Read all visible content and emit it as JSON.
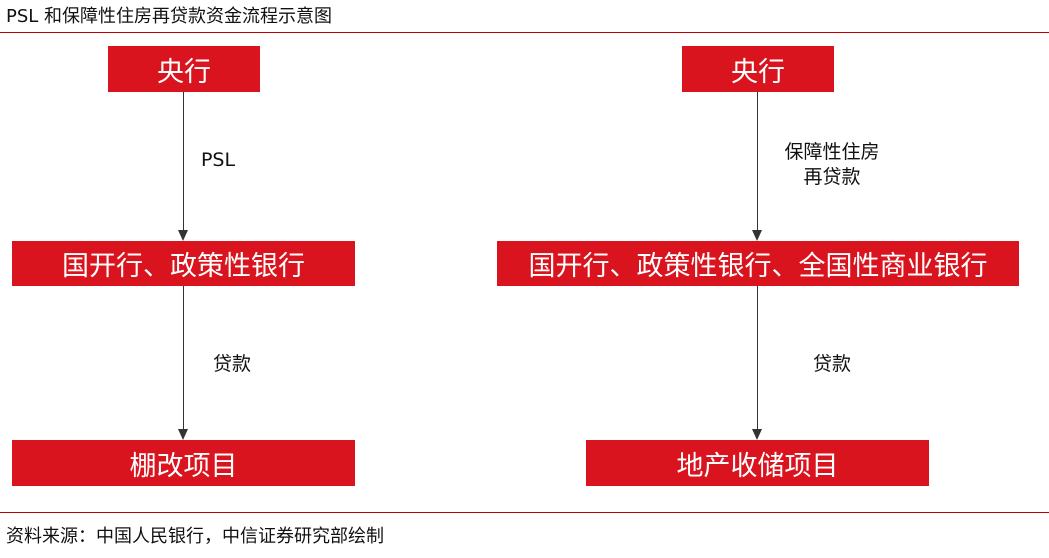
{
  "header": {
    "title": "PSL 和保障性住房再贷款资金流程示意图"
  },
  "left_flow": {
    "top_node": "央行",
    "mid_node": "国开行、政策性银行",
    "bottom_node": "棚改项目",
    "edge1_label": "PSL",
    "edge2_label": "贷款"
  },
  "right_flow": {
    "top_node": "央行",
    "mid_node": "国开行、政策性银行、全国性商业银行",
    "bottom_node": "地产收储项目",
    "edge1_label_line1": "保障性住房",
    "edge1_label_line2": "再贷款",
    "edge2_label": "贷款"
  },
  "footer": {
    "source": "资料来源：中国人民银行，中信证券研究部绘制"
  },
  "colors": {
    "node_fill": "#d9141e",
    "rule": "#c00000",
    "arrow": "#333333"
  }
}
